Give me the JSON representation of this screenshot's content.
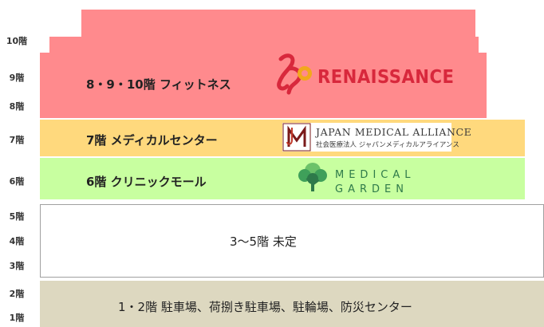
{
  "floors": [
    "10階",
    "9階",
    "8階",
    "7階",
    "6階",
    "5階",
    "4階",
    "3階",
    "2階",
    "1階"
  ],
  "bands": {
    "fitness": "8・9・10階  フィットネス",
    "medical_center": "7階    メディカルセンター",
    "clinic_mall": "6階    クリニックモール",
    "undecided": "3～5階  未定",
    "parking": "1・2階  駐車場、荷捌き駐車場、駐輪場、防災センター"
  },
  "logos": {
    "renaissance": "RENAISSANCE",
    "jma_main": "JAPAN MEDICAL ALLIANCE",
    "jma_sub": "社会医療法人 ジャパンメディカルアライアンス",
    "mg_line1": "MEDICAL",
    "mg_line2": "GARDEN"
  },
  "colors": {
    "fitness": "#ff8a8d",
    "medical_center": "#ffd97d",
    "clinic_mall": "#c8ffa0",
    "undecided": "#ffffff",
    "parking": "#ddd8c0"
  },
  "icons": [
    "renaissance-logo-icon",
    "jma-logo-icon",
    "tree-logo-icon"
  ]
}
